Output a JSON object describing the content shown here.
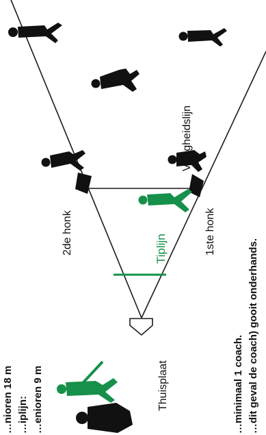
{
  "field": {
    "first_base_label": "1ste honk",
    "second_base_label": "2de honk",
    "home_plate_label": "Thuisplaat",
    "tip_line_label": "Tiplijn",
    "safety_line_label": "Veiligheidslijn"
  },
  "rules_left": {
    "line1": "…nioren 18 m",
    "line2": "…iplijn:",
    "line3": "…enioren 9 m"
  },
  "rules_right": {
    "line1": "…minimaal 1 coach.",
    "line2": "…dit geval de coach) gooit onderhands.",
    "line3": "…"
  },
  "colors": {
    "accent_green": "#16904a",
    "line": "#1a1a1a",
    "silhouette": "#111111"
  },
  "icons": [
    "player-silhouette-icon",
    "batter-silhouette-icon",
    "pitcher-silhouette-icon",
    "catcher-silhouette-icon",
    "base-icon",
    "home-plate-icon"
  ]
}
